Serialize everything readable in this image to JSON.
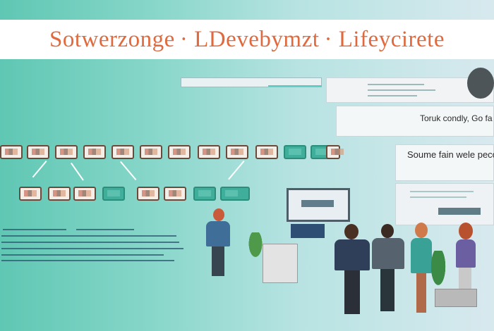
{
  "banner": {
    "title": "Sotwerzonge · LDevebymzt · Lifeycirete"
  },
  "panels": {
    "top_right_caption": "Toruk condly, Go fa h",
    "mid_right_caption": "Soume fain wele pecoo rs"
  },
  "colors": {
    "title": "#e06a3e",
    "accent_teal": "#3fae9b",
    "banner_bg": "#ffffff"
  },
  "icons": [
    "workflow-node-icon",
    "arrow-icon",
    "monitor-icon",
    "person-icon",
    "plant-icon"
  ]
}
